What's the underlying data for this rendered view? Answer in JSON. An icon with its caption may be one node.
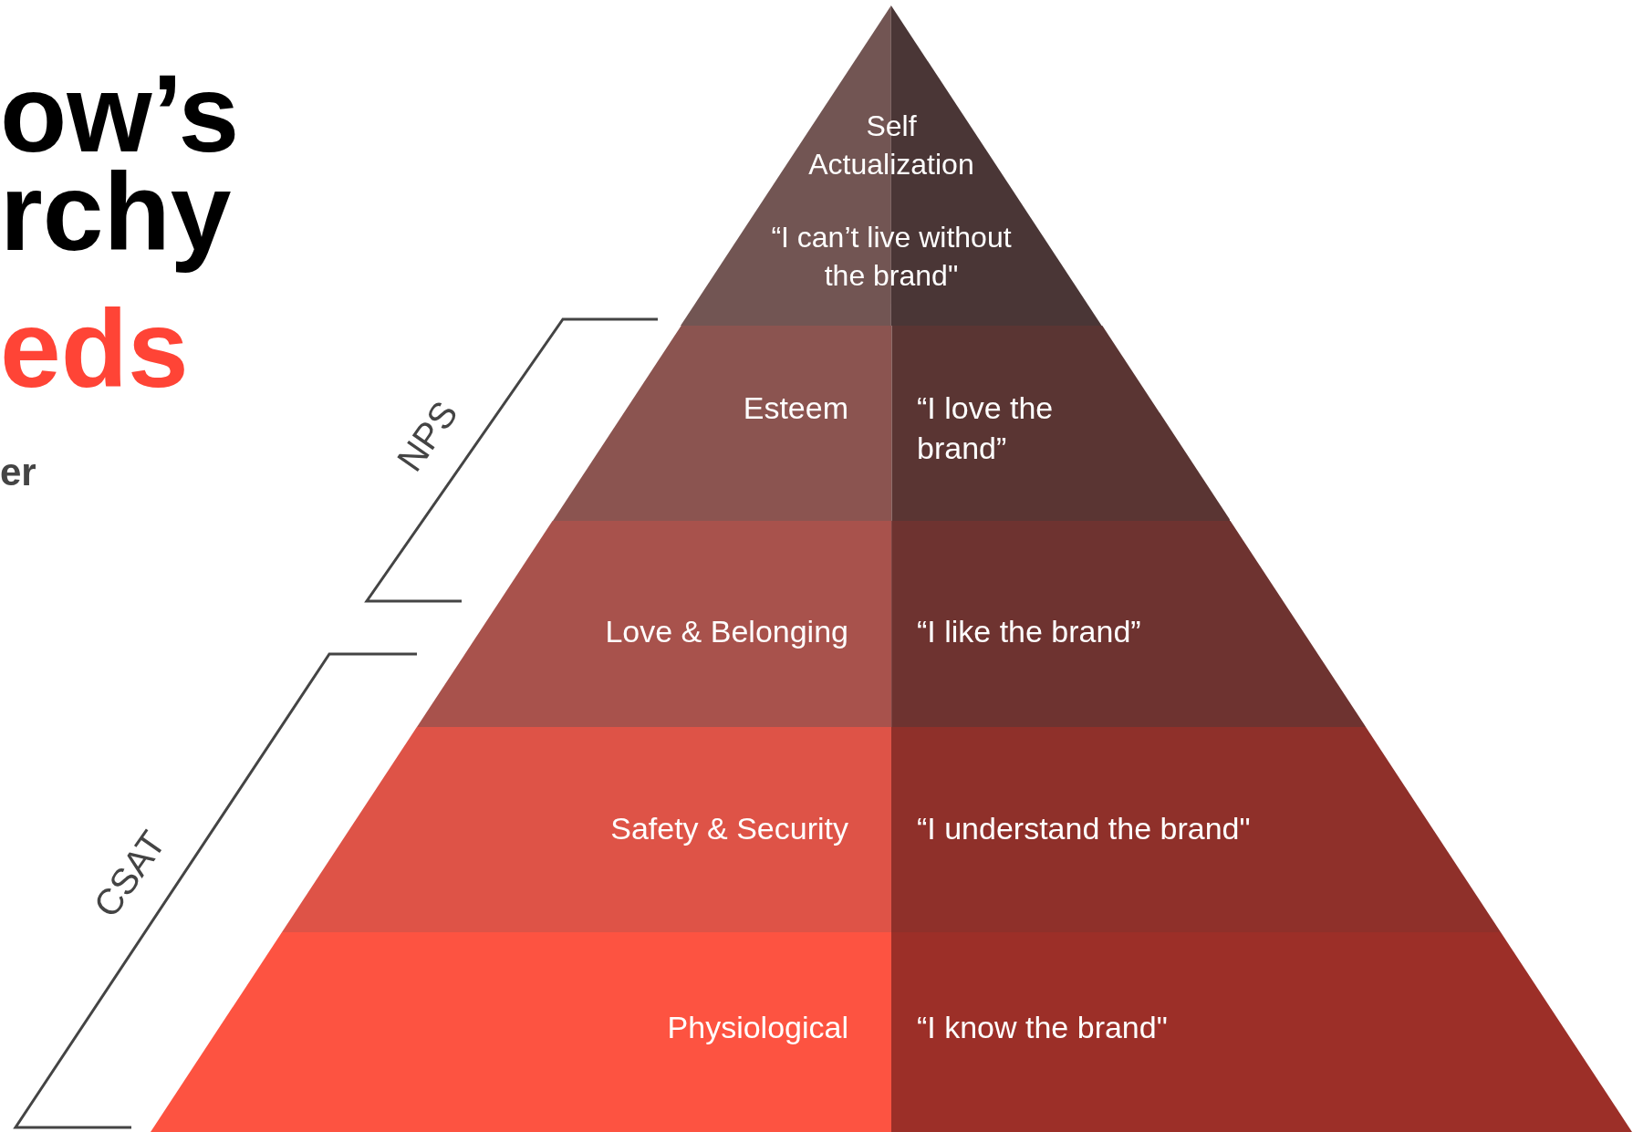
{
  "diagram": {
    "nodes": [
      {
        "text": [
          "Self Actualization",
          "“I can’t live without the brand\""
        ]
      },
      {
        "text": [
          "Esteem",
          "“I love the brand”"
        ]
      },
      {
        "text": [
          "Love & Belonging",
          "“I like the brand”"
        ]
      },
      {
        "text": [
          "Safety & Security",
          "“I understand the brand\""
        ]
      },
      {
        "text": [
          "Physiological",
          "“I know the brand\""
        ]
      }
    ],
    "labels": [
      "ow’s",
      "rchy",
      "eds",
      "er",
      "NPS",
      "CSAT"
    ]
  }
}
